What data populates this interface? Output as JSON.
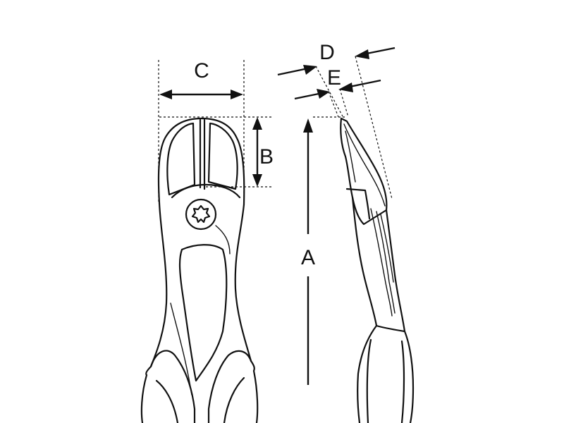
{
  "dimensions": {
    "A": "A",
    "B": "B",
    "C": "C",
    "D": "D",
    "E": "E"
  },
  "colors": {
    "line": "#111111",
    "background": "#ffffff"
  },
  "icons": {
    "pivot": "torx-screw-icon"
  }
}
